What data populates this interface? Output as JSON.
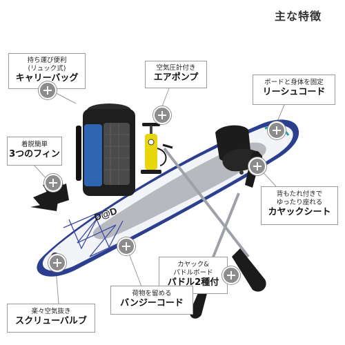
{
  "title": "主な特徴",
  "board_logo": "D@D",
  "features": [
    {
      "lines": [
        "持ち運び便利",
        "(リュック式)"
      ],
      "label": "キャリーバッグ"
    },
    {
      "lines": [
        "空気圧計付き"
      ],
      "label": "エアポンプ"
    },
    {
      "lines": [
        "ボードと身体を固定"
      ],
      "label": "リーシュコード"
    },
    {
      "lines": [
        "着脱簡単"
      ],
      "label": "3つのフィン"
    },
    {
      "lines": [
        "背もたれ付きで",
        "ゆったり座れる"
      ],
      "label": "カヤックシート"
    },
    {
      "lines": [
        "カヤック&",
        "パドルボード"
      ],
      "label": "パドル2種付"
    },
    {
      "lines": [
        "楽々空気抜き"
      ],
      "label": "スクリューバルブ"
    },
    {
      "lines": [
        "荷物を留める"
      ],
      "label": "バンジーコード"
    }
  ],
  "icons": [
    "plus-icon"
  ],
  "colors": {
    "board_blue": "#2c3f8f",
    "bag_blue": "#2f66b3",
    "pump_yellow": "#e9d60f",
    "leash_teal": "#1fa3a0",
    "paddle_black": "#1b1b1b"
  }
}
